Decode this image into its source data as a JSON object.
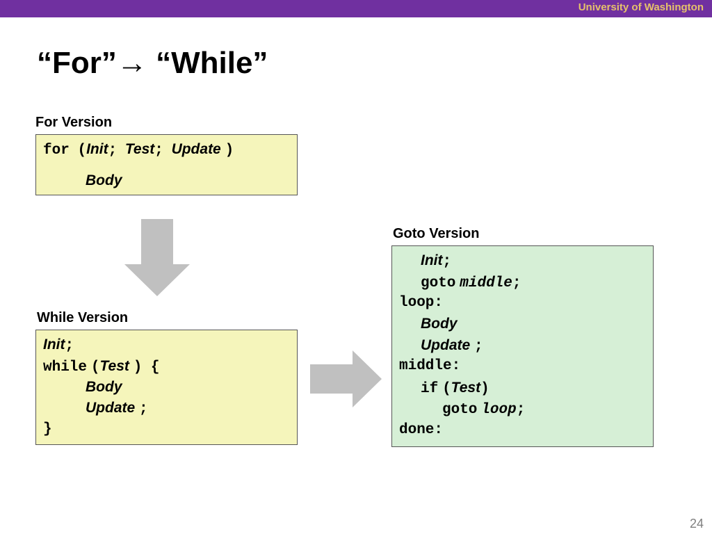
{
  "header": {
    "institution": "University of Washington"
  },
  "slide": {
    "title": "“For”→ “While”",
    "page_number": "24"
  },
  "for_version": {
    "label": "For Version",
    "kw_for": "for",
    "paren_open": "(",
    "init": "Init",
    "semi": ";",
    "test": "Test",
    "update": "Update",
    "paren_close": ")",
    "body": "Body"
  },
  "while_version": {
    "label": "While Version",
    "init": "Init",
    "semi": ";",
    "kw_while": "while",
    "paren_open": "(",
    "test": "Test",
    "paren_close_brace": ") {",
    "body": "Body",
    "update": "Update",
    "close_brace": "}"
  },
  "goto_version": {
    "label": "Goto Version",
    "init": "Init",
    "semi": ";",
    "kw_goto": "goto",
    "middle": "middle",
    "loop_label": "loop:",
    "body": "Body",
    "update": "Update",
    "middle_label": "middle:",
    "kw_if": "if",
    "paren_open": "(",
    "test": "Test",
    "paren_close": ")",
    "loop": "loop",
    "done_label": "done:"
  },
  "colors": {
    "header_bar": "#7030a0",
    "institution_text": "#e5c16b",
    "code_box_yellow": "#f5f5bb",
    "code_box_green": "#d6efd6",
    "arrow": "#c0c0c0"
  },
  "icons": [
    "down-arrow-icon",
    "right-arrow-icon"
  ]
}
